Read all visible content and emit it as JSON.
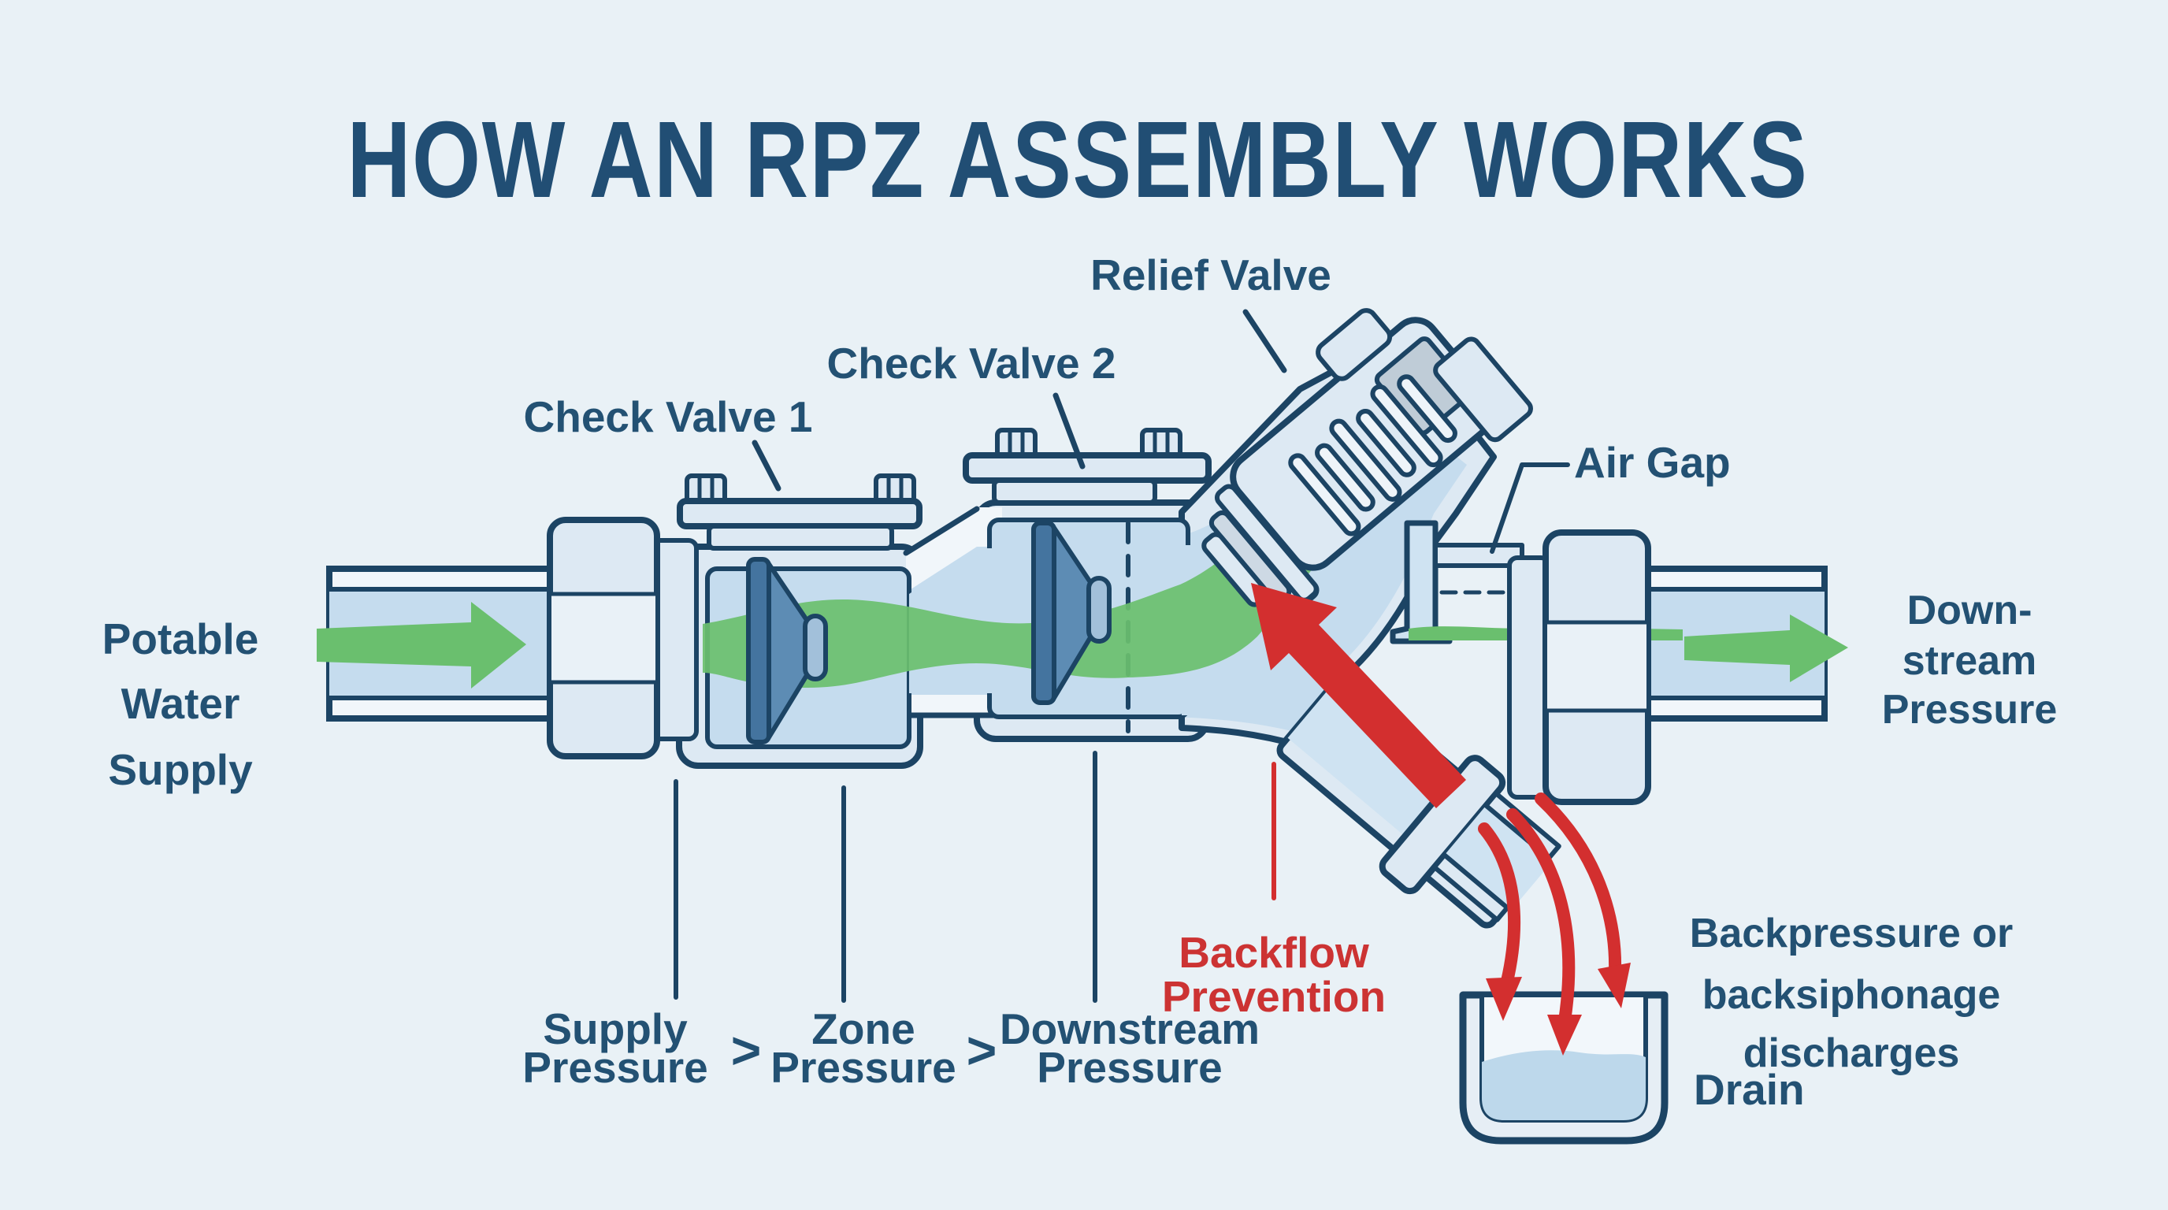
{
  "title": "HOW AN RPZ ASSEMBLY WORKS",
  "labels": {
    "check_valve_1": "Check Valve 1",
    "check_valve_2": "Check Valve 2",
    "relief_valve": "Relief Valve",
    "air_gap": "Air Gap",
    "potable_water_supply": [
      "Potable",
      "Water",
      "Supply"
    ],
    "downstream_pressure_right": [
      "Down-",
      "stream",
      "Pressure"
    ],
    "backflow_prevention": [
      "Backflow",
      "Prevention"
    ],
    "backpressure_discharges": [
      "Backpressure or",
      "backsiphonage",
      "discharges"
    ],
    "drain": "Drain",
    "pressure_inequality": {
      "supply": [
        "Supply",
        "Pressure"
      ],
      "gt_1": ">",
      "zone": [
        "Zone",
        "Pressure"
      ],
      "gt_2": ">",
      "downstream": [
        "Downstream",
        "Pressure"
      ]
    }
  },
  "colors": {
    "background": "#e9f1f6",
    "title_text": "#214e74",
    "label_text": "#235173",
    "red_text": "#cc3333",
    "outline_navy": "#1c4464",
    "fitting_fill": "#dde9f3",
    "water_blue": "#c5dcee",
    "flow_green": "#6abf6e",
    "alert_red": "#d32f2f"
  }
}
